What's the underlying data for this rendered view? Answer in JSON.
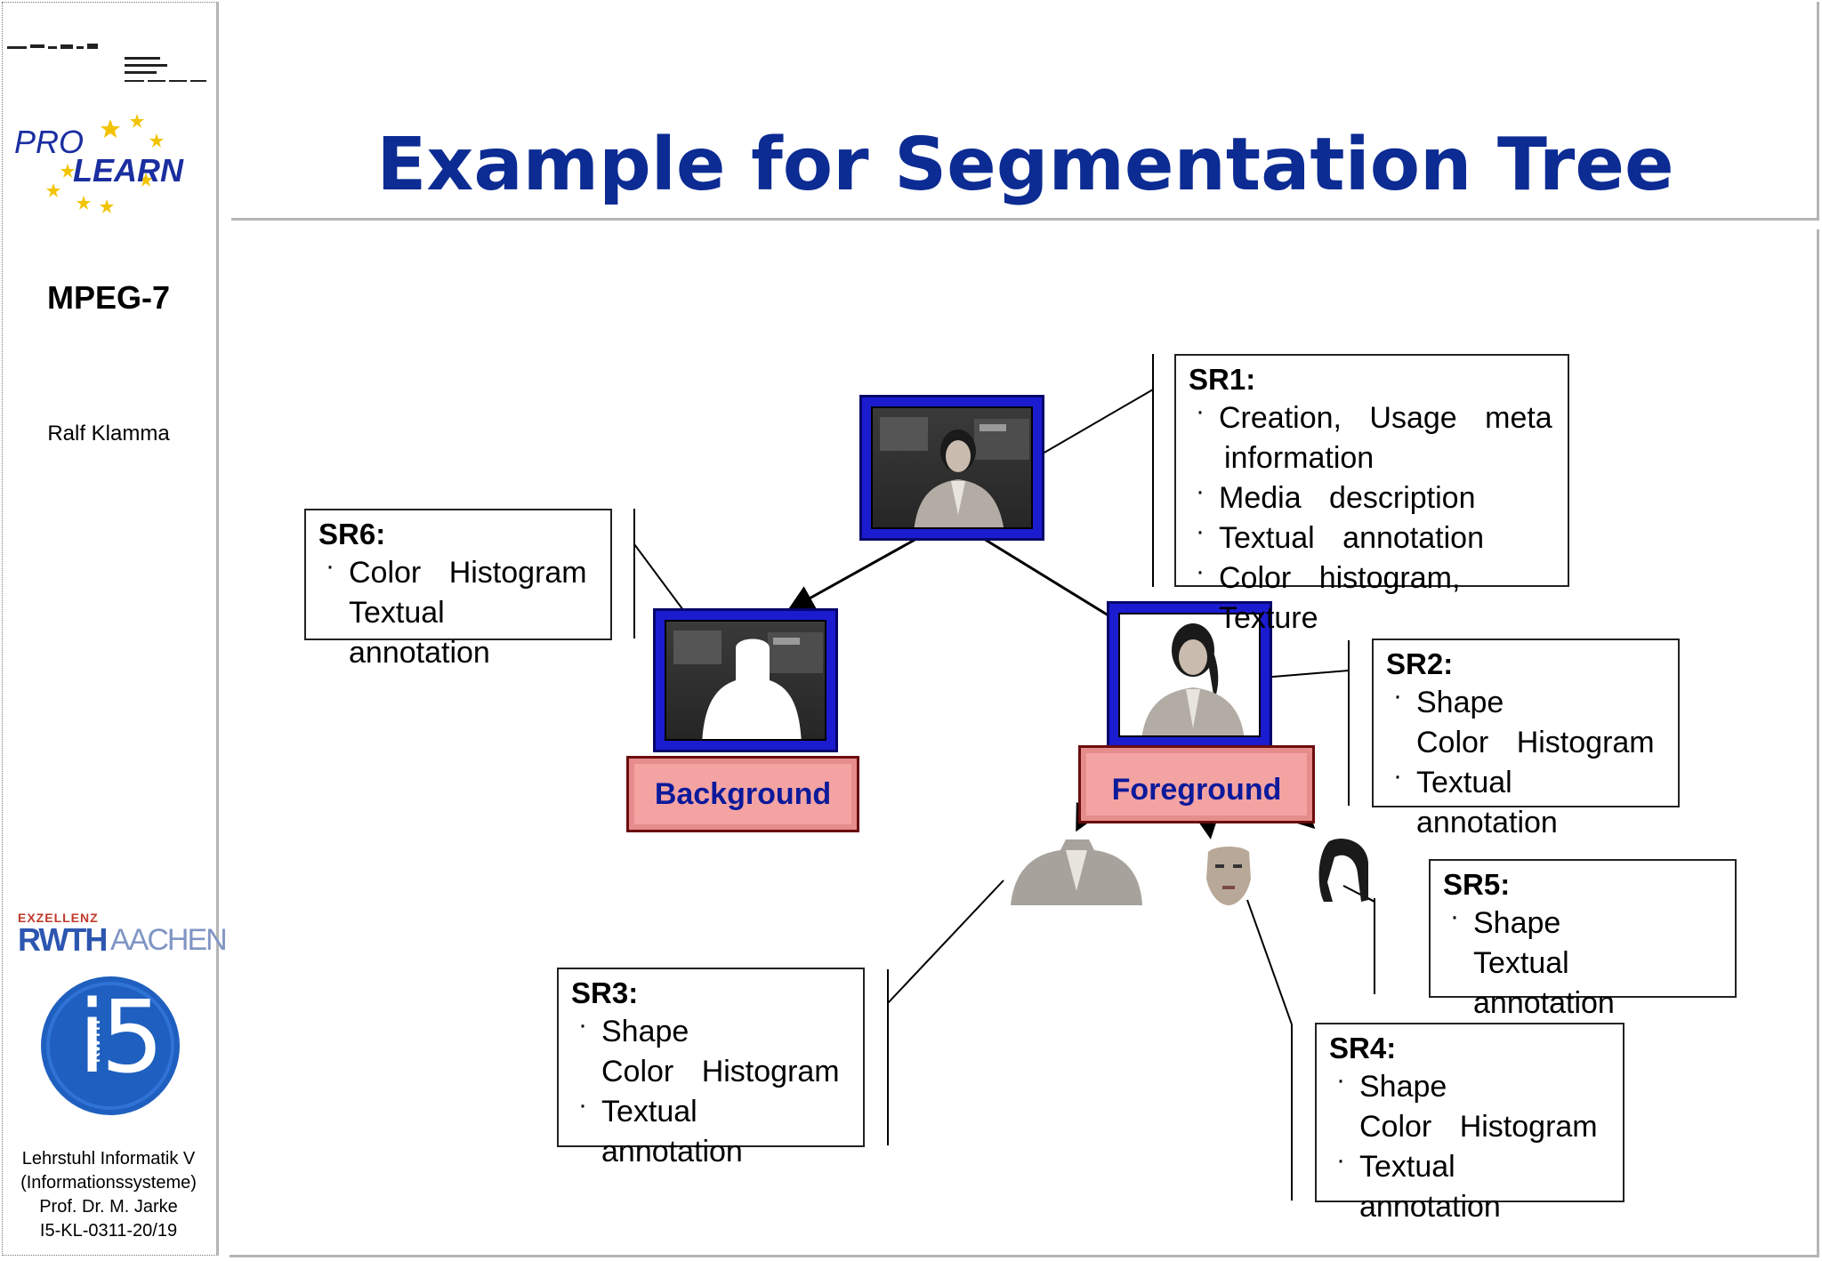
{
  "sidebar": {
    "logo_prolearn": "PRO LEARN",
    "course": "MPEG-7",
    "author": "Ralf Klamma",
    "logo_rwth_top": "EXZELLENZ",
    "logo_rwth_main": "RWTH",
    "logo_rwth_city": "AACHEN",
    "logo_i5": "i5",
    "logo_i5_side": "RWTH",
    "footer": [
      "Lehrstuhl Informatik V",
      "(Informationssysteme)",
      "Prof. Dr. M. Jarke",
      "I5-KL-0311-20/19"
    ]
  },
  "title": "Example for Segmentation Tree",
  "diagram": {
    "background_label": "Background",
    "foreground_label": "Foreground",
    "sr1": {
      "title": "SR1:",
      "items": [
        "Creation, Usage meta",
        "information",
        "Media description",
        "Textual annotation",
        "Color histogram, Texture"
      ]
    },
    "sr2": {
      "title": "SR2:",
      "items": [
        "Shape",
        "Color Histogram",
        "Textual annotation"
      ]
    },
    "sr3": {
      "title": "SR3:",
      "items": [
        "Shape",
        "Color Histogram",
        "Textual annotation"
      ]
    },
    "sr4": {
      "title": "SR4:",
      "items": [
        "Shape",
        "Color Histogram",
        "Textual annotation"
      ]
    },
    "sr5": {
      "title": "SR5:",
      "items": [
        "Shape",
        "Textual annotation"
      ]
    },
    "sr6": {
      "title": "SR6:",
      "items": [
        "Color Histogram",
        "Textual annotation"
      ]
    }
  },
  "colors": {
    "title": "#0c2b93",
    "frame": "#1b1bd0",
    "label_fill": "#f4a3a3",
    "label_text": "#0b1a9a"
  }
}
